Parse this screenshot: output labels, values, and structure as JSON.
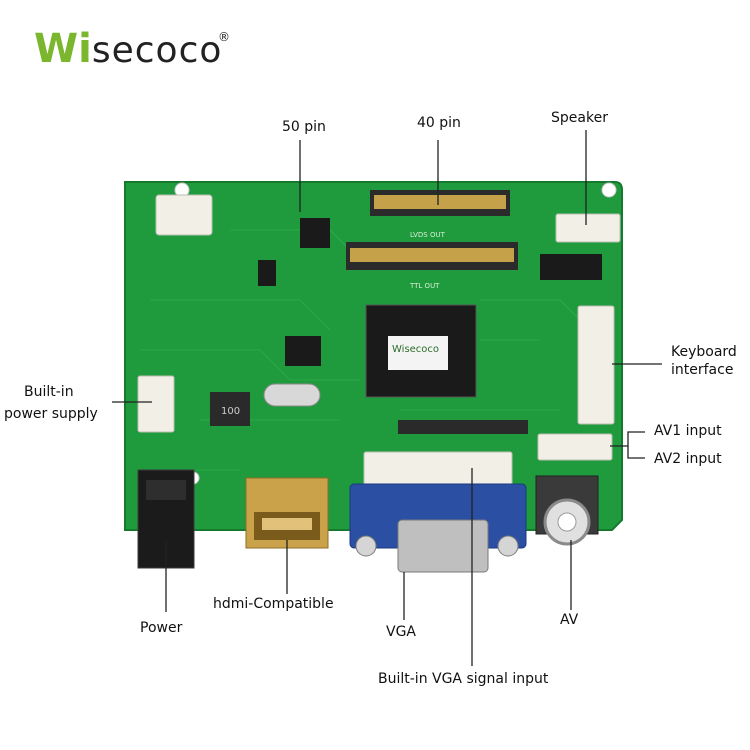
{
  "brand": {
    "logo_text_green": "Wi",
    "logo_text_dark": "secoco",
    "trademark": "®"
  },
  "board": {
    "chip_logo_text": "Wisecoco",
    "silk_lvds": "LVDS OUT",
    "silk_ttl": "TTL OUT",
    "inductor_text": "100"
  },
  "labels": {
    "pin50": "50 pin",
    "pin40": "40 pin",
    "speaker": "Speaker",
    "keyboard": "Keyboard\ninterface",
    "keyboard_line1": "Keyboard",
    "keyboard_line2": "interface",
    "power_supply_line1": "Built-in",
    "power_supply_line2": "power supply",
    "av1": "AV1 input",
    "av2": "AV2 input",
    "hdmi": "hdmi-Compatible",
    "power": "Power",
    "vga": "VGA",
    "av": "AV",
    "vga_signal": "Built-in VGA signal input"
  },
  "colors": {
    "pcb": "#1f9a3c",
    "brand_green": "#7ab72f",
    "vga_blue": "#2b4fa3"
  }
}
